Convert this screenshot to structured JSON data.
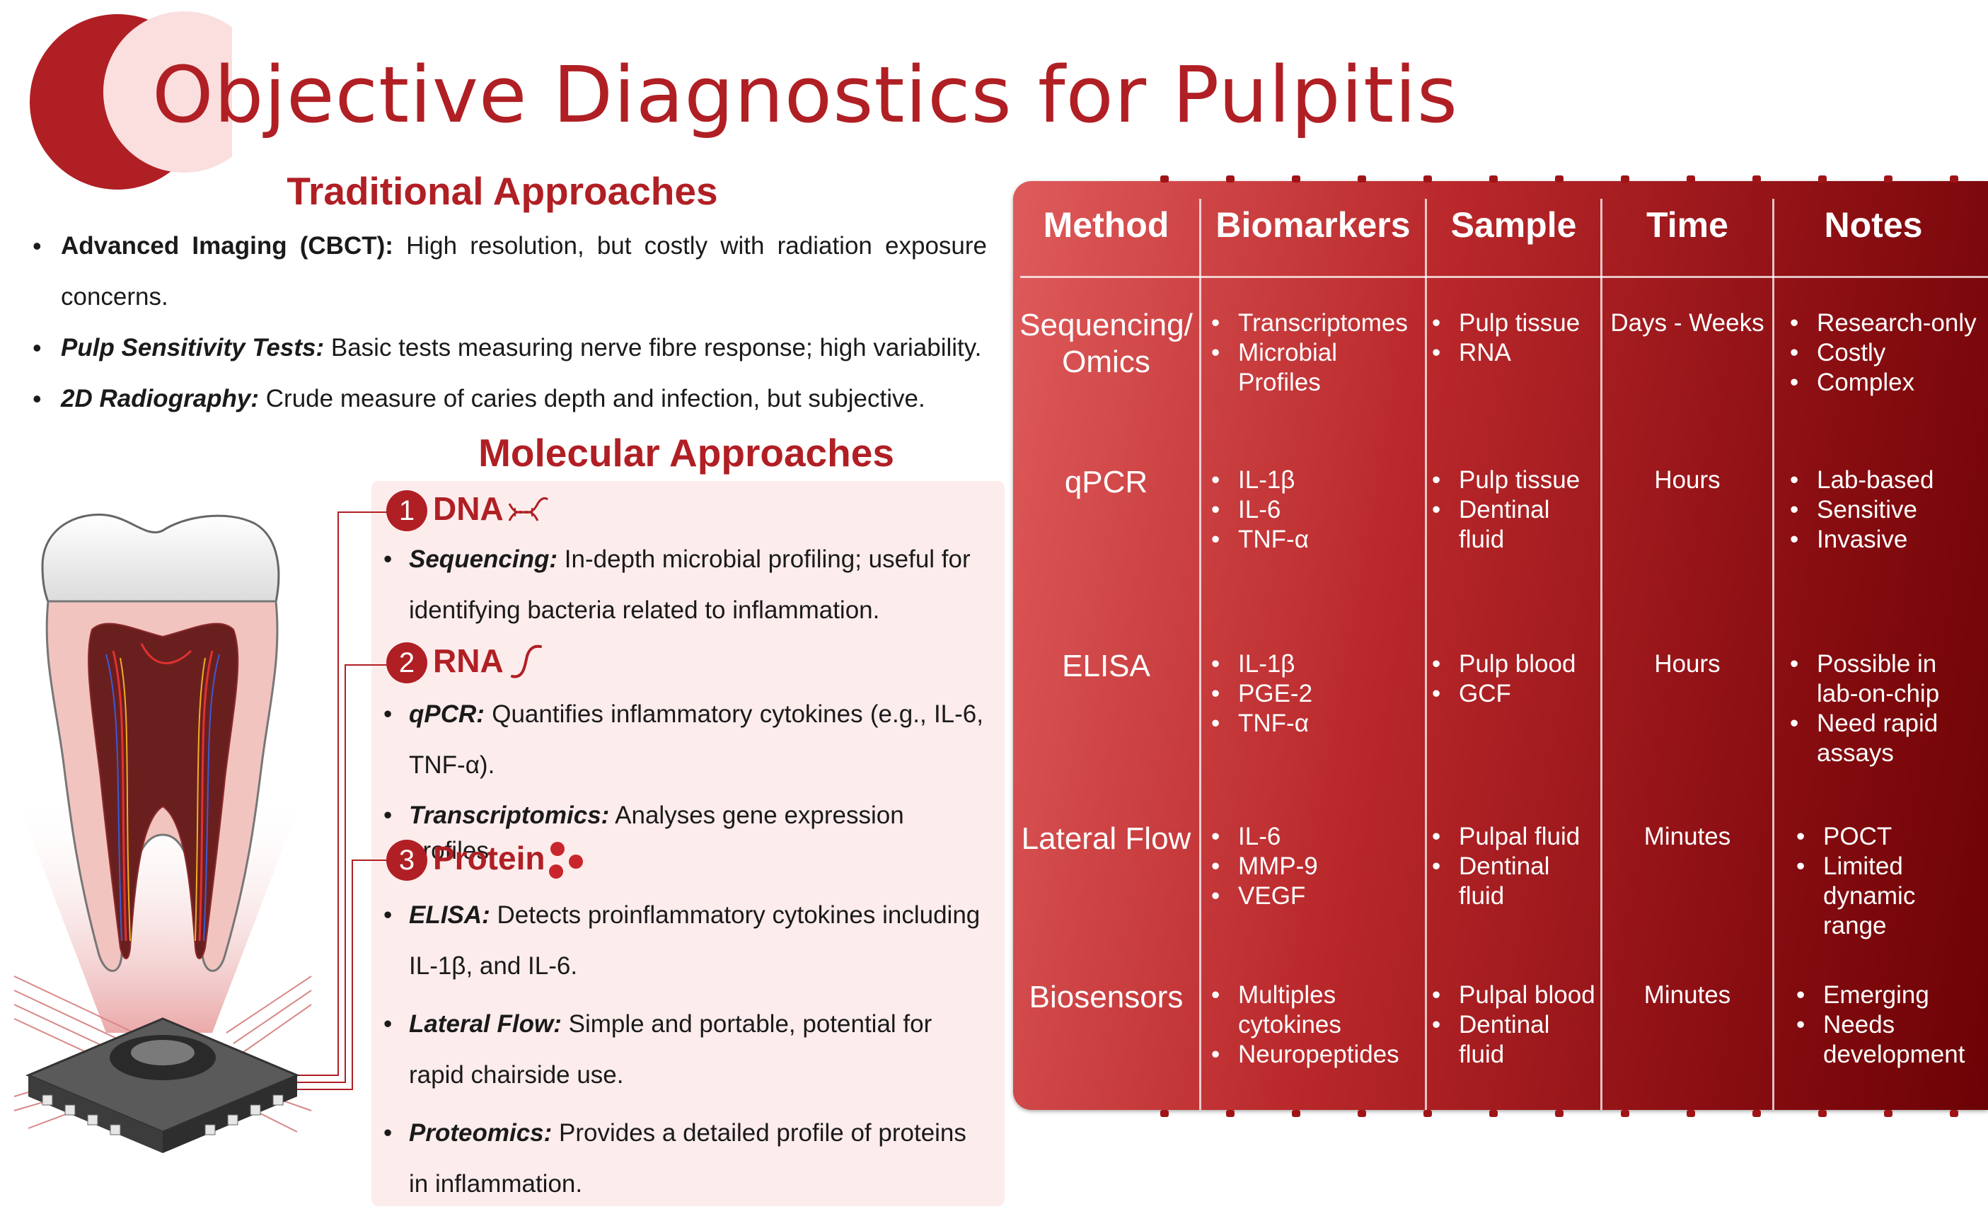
{
  "title": "Objective Diagnostics for Pulpitis",
  "traditional": {
    "heading": "Traditional Approaches",
    "items": [
      {
        "bold": "Advanced Imaging (CBCT):",
        "text": " High resolution, but costly with radiation exposure concerns."
      },
      {
        "bold": "Pulp Sensitivity Tests:",
        "text": " Basic tests measuring nerve fibre response; high variability."
      },
      {
        "bold": "2D Radiography:",
        "text": " Crude measure of caries depth and infection, but subjective."
      }
    ]
  },
  "molecular": {
    "heading": "Molecular Approaches",
    "sections": [
      {
        "num": "1",
        "label": "DNA",
        "icon": "dna-icon",
        "items": [
          {
            "bold": "Sequencing:",
            "text": " In-depth microbial profiling; useful for identifying bacteria related to inflammation."
          }
        ]
      },
      {
        "num": "2",
        "label": "RNA",
        "icon": "rna-strand-icon",
        "items": [
          {
            "bold": "qPCR:",
            "text": " Quantifies inflammatory cytokines (e.g., IL-6, TNF-α)."
          },
          {
            "bold": "Transcriptomics:",
            "text": " Analyses gene expression profiles."
          }
        ]
      },
      {
        "num": "3",
        "label": "Protein",
        "icon": "protein-molecule-icon",
        "items": [
          {
            "bold": "ELISA:",
            "text": " Detects proinflammatory cytokines including IL-1β, and IL-6."
          },
          {
            "bold": "Lateral Flow:",
            "text": " Simple and portable, potential for rapid chairside  use."
          },
          {
            "bold": "Proteomics:",
            "text": "  Provides a detailed profile of proteins in inflammation."
          }
        ]
      }
    ]
  },
  "table": {
    "headers": [
      "Method",
      "Biomarkers",
      "Sample",
      "Time",
      "Notes"
    ],
    "rows": [
      {
        "method": "Sequencing/ Omics",
        "biomarkers": [
          "Transcriptomes",
          "Microbial Profiles"
        ],
        "sample": [
          "Pulp tissue",
          "RNA"
        ],
        "time": "Days - Weeks",
        "notes": [
          "Research-only",
          "Costly",
          "Complex"
        ]
      },
      {
        "method": "qPCR",
        "biomarkers": [
          "IL-1β",
          "IL-6",
          "TNF-α"
        ],
        "sample": [
          "Pulp tissue",
          "Dentinal fluid"
        ],
        "time": "Hours",
        "notes": [
          "Lab-based",
          "Sensitive",
          "Invasive"
        ]
      },
      {
        "method": "ELISA",
        "biomarkers": [
          "IL-1β",
          "PGE-2",
          "TNF-α"
        ],
        "sample": [
          "Pulp blood",
          "GCF"
        ],
        "time": "Hours",
        "notes": [
          "Possible in lab-on-chip",
          "Need rapid assays"
        ]
      },
      {
        "method": "Lateral Flow",
        "biomarkers": [
          "IL-6",
          "MMP-9",
          "VEGF"
        ],
        "sample": [
          "Pulpal fluid",
          "Dentinal fluid"
        ],
        "time": "Minutes",
        "notes": [
          "POCT",
          "Limited dynamic range"
        ]
      },
      {
        "method": "Biosensors",
        "biomarkers": [
          "Multiples cytokines",
          "Neuropeptides"
        ],
        "sample": [
          "Pulpal blood",
          "Dentinal fluid"
        ],
        "time": "Minutes",
        "notes": [
          "Emerging",
          "Needs development"
        ]
      }
    ]
  },
  "colors": {
    "accent": "#b01f24",
    "panel": "#fdecec",
    "table_dark": "#6c0205",
    "table_light": "#df5b5b"
  },
  "illustration": {
    "icon": "tooth-on-chip-illustration"
  }
}
